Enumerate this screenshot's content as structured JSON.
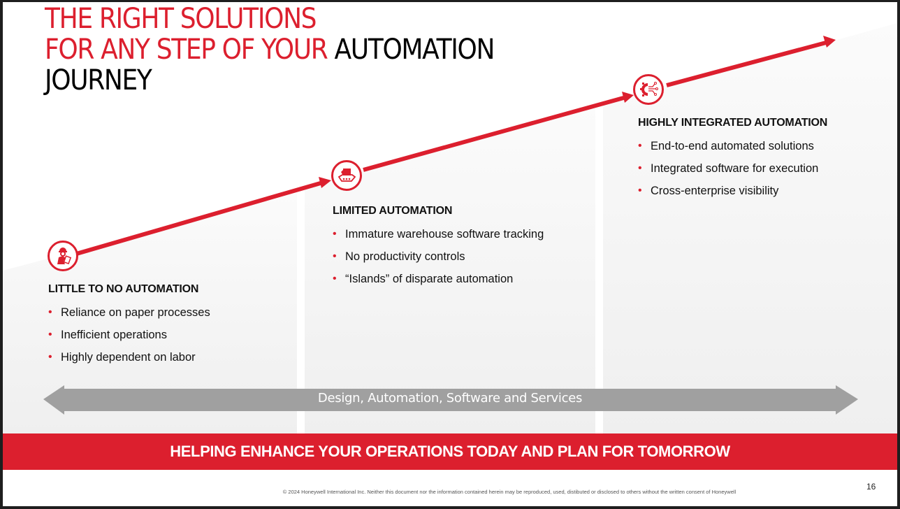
{
  "title": {
    "line1_red": "THE RIGHT SOLUTIONS",
    "line2_red": "FOR ANY STEP OF YOUR ",
    "line2_black": "AUTOMATION",
    "line3_black": "JOURNEY"
  },
  "stages": [
    {
      "icon": "worker-clipboard-icon",
      "heading": "LITTLE TO NO AUTOMATION",
      "bullets": [
        "Reliance on paper processes",
        "Inefficient operations",
        "Highly dependent on labor"
      ]
    },
    {
      "icon": "conveyor-box-icon",
      "heading": "LIMITED AUTOMATION",
      "bullets": [
        "Immature warehouse software tracking",
        "No productivity controls",
        "“Islands” of disparate automation"
      ]
    },
    {
      "icon": "gear-circuit-icon",
      "heading": "HIGHLY INTEGRATED AUTOMATION",
      "bullets": [
        "End-to-end automated solutions",
        "Integrated software for execution",
        "Cross-enterprise visibility"
      ]
    }
  ],
  "double_arrow_label": "Design, Automation, Software and Services",
  "banner": "HELPING ENHANCE YOUR OPERATIONS TODAY AND PLAN FOR TOMORROW",
  "footer": {
    "copyright": "© 2024 Honeywell International Inc. Neither this document nor the information contained herein may be reproduced, used, distibuted or disclosed to others without the written consent of Honeywell",
    "page_number": "16"
  },
  "colors": {
    "brand_red": "#dc1f2e",
    "arrow_gray": "#a0a0a0",
    "column_bg": "#f4f4f4"
  }
}
